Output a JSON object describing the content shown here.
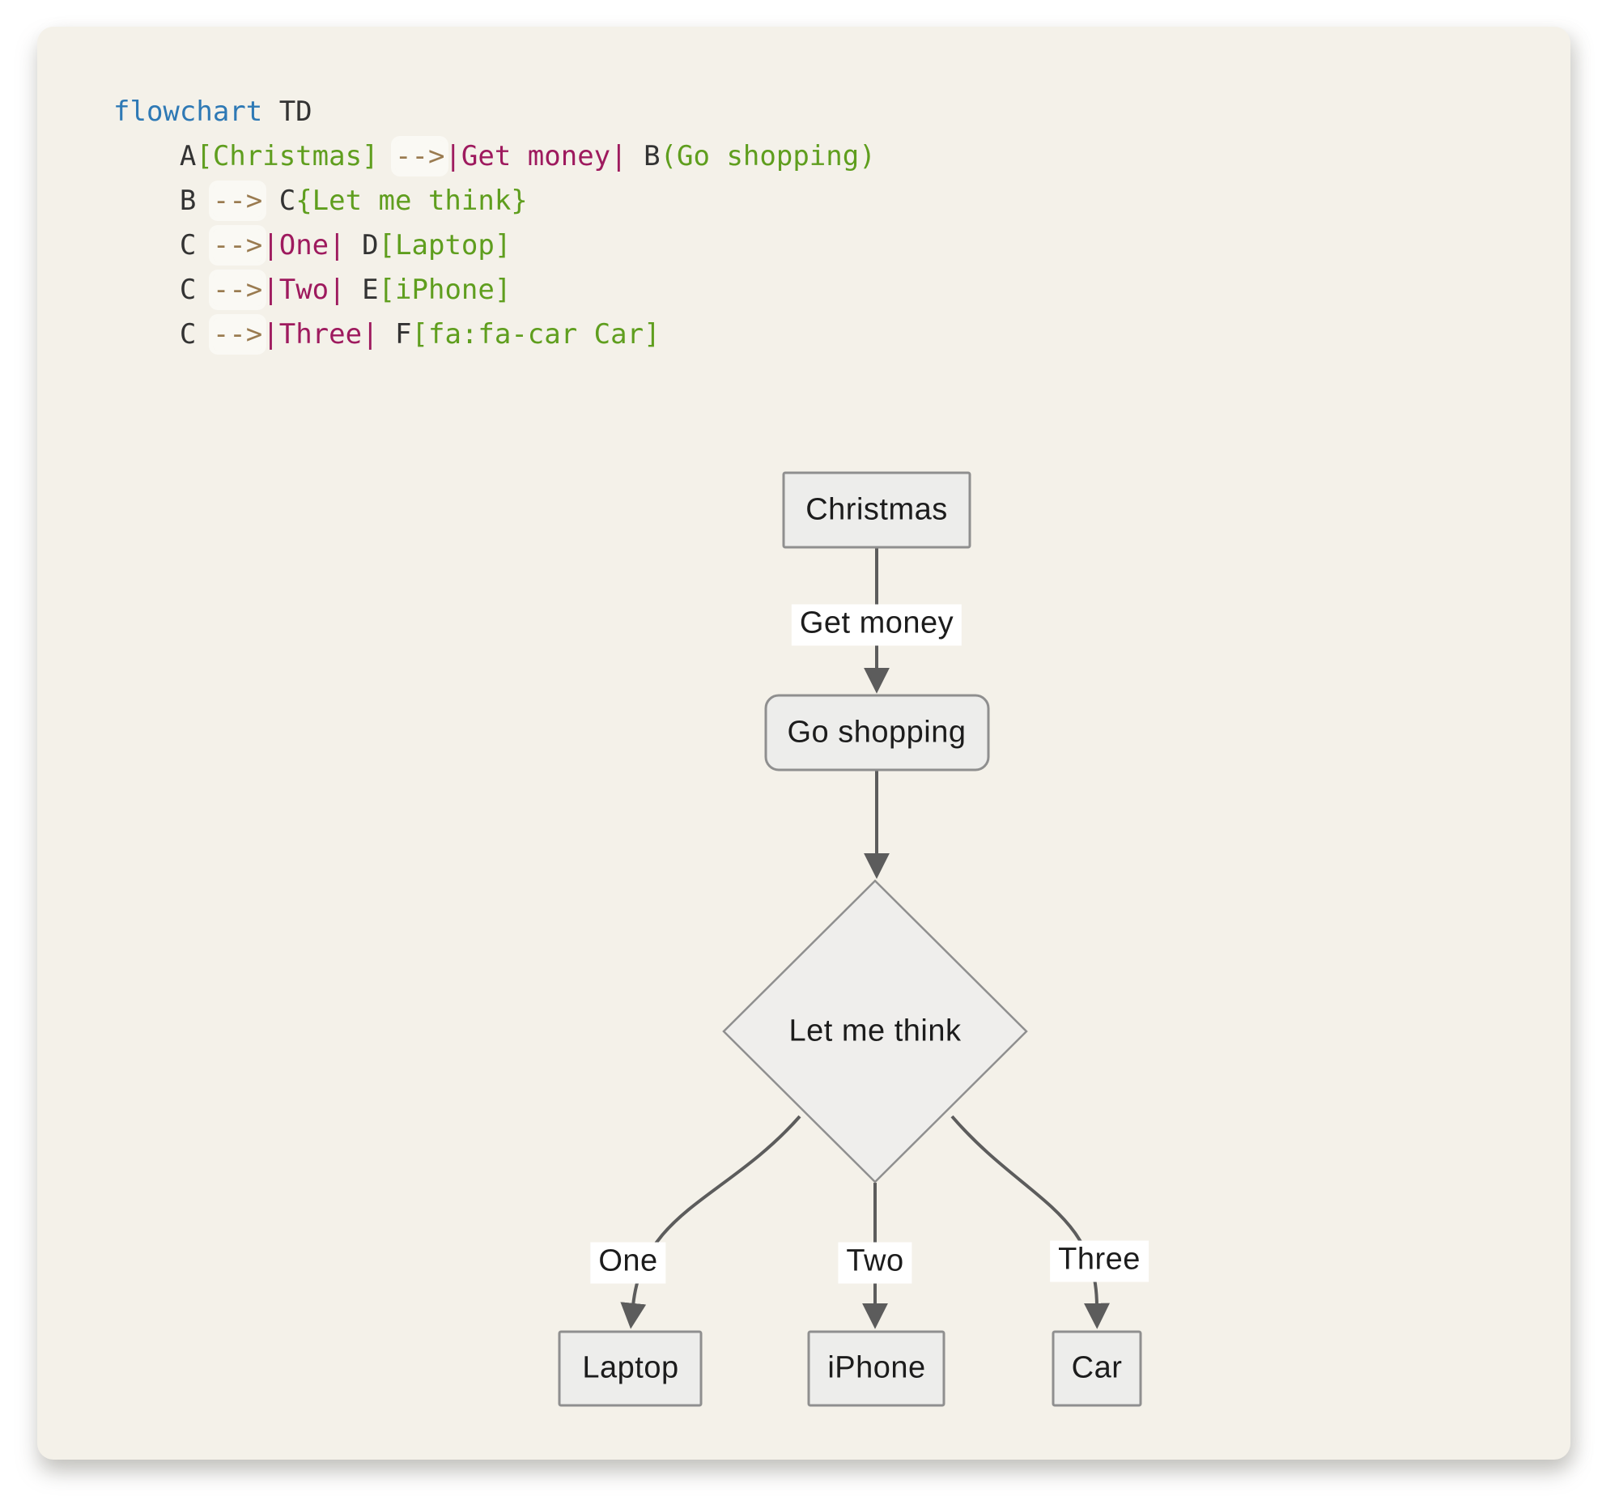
{
  "colors": {
    "page-bg": "#ffffff",
    "card-bg": "#f4f1e9",
    "code-plain": "#333333",
    "code-keyword": "#2e79b5",
    "code-string": "#5f9e1e",
    "code-edge-label": "#9e1a5e",
    "code-arrow": "#9a7b50",
    "code-arrow-bg": "#faf9f4",
    "node-fill": "#ededeb",
    "node-stroke": "#8f8f8f",
    "diamond-fill": "#efeeec",
    "edge": "#5c5c5c",
    "edge-label-bg": "#ffffff",
    "node-text": "#1c1c1c"
  },
  "code": {
    "language": "mermaid",
    "lines": [
      {
        "tokens": [
          {
            "t": "flowchart",
            "c": "kw"
          },
          {
            "t": " TD",
            "c": "plain"
          }
        ]
      },
      {
        "tokens": [
          {
            "t": "    A",
            "c": "plain"
          },
          {
            "t": "[Christmas]",
            "c": "str"
          },
          {
            "t": " ",
            "c": "plain"
          },
          {
            "t": "-->",
            "c": "arr"
          },
          {
            "t": "|Get money|",
            "c": "lbl"
          },
          {
            "t": " B",
            "c": "plain"
          },
          {
            "t": "(Go shopping)",
            "c": "str"
          }
        ]
      },
      {
        "tokens": [
          {
            "t": "    B ",
            "c": "plain"
          },
          {
            "t": "-->",
            "c": "arr"
          },
          {
            "t": " C",
            "c": "plain"
          },
          {
            "t": "{Let me think}",
            "c": "str"
          }
        ]
      },
      {
        "tokens": [
          {
            "t": "    C ",
            "c": "plain"
          },
          {
            "t": "-->",
            "c": "arr"
          },
          {
            "t": "|One|",
            "c": "lbl"
          },
          {
            "t": " D",
            "c": "plain"
          },
          {
            "t": "[Laptop]",
            "c": "str"
          }
        ]
      },
      {
        "tokens": [
          {
            "t": "    C ",
            "c": "plain"
          },
          {
            "t": "-->",
            "c": "arr"
          },
          {
            "t": "|Two|",
            "c": "lbl"
          },
          {
            "t": " E",
            "c": "plain"
          },
          {
            "t": "[iPhone]",
            "c": "str"
          }
        ]
      },
      {
        "tokens": [
          {
            "t": "    C ",
            "c": "plain"
          },
          {
            "t": "-->",
            "c": "arr"
          },
          {
            "t": "|Three|",
            "c": "lbl"
          },
          {
            "t": " F",
            "c": "plain"
          },
          {
            "t": "[fa:fa-car Car]",
            "c": "str"
          }
        ]
      }
    ]
  },
  "diagram": {
    "direction": "TD",
    "nodes": [
      {
        "id": "A",
        "label": "Christmas",
        "shape": "rect"
      },
      {
        "id": "B",
        "label": "Go shopping",
        "shape": "rounded"
      },
      {
        "id": "C",
        "label": "Let me think",
        "shape": "diamond"
      },
      {
        "id": "D",
        "label": "Laptop",
        "shape": "rect"
      },
      {
        "id": "E",
        "label": "iPhone",
        "shape": "rect"
      },
      {
        "id": "F",
        "label": "Car",
        "shape": "rect"
      }
    ],
    "edges": [
      {
        "from": "A",
        "to": "B",
        "label": "Get money"
      },
      {
        "from": "B",
        "to": "C",
        "label": ""
      },
      {
        "from": "C",
        "to": "D",
        "label": "One"
      },
      {
        "from": "C",
        "to": "E",
        "label": "Two"
      },
      {
        "from": "C",
        "to": "F",
        "label": "Three"
      }
    ]
  }
}
